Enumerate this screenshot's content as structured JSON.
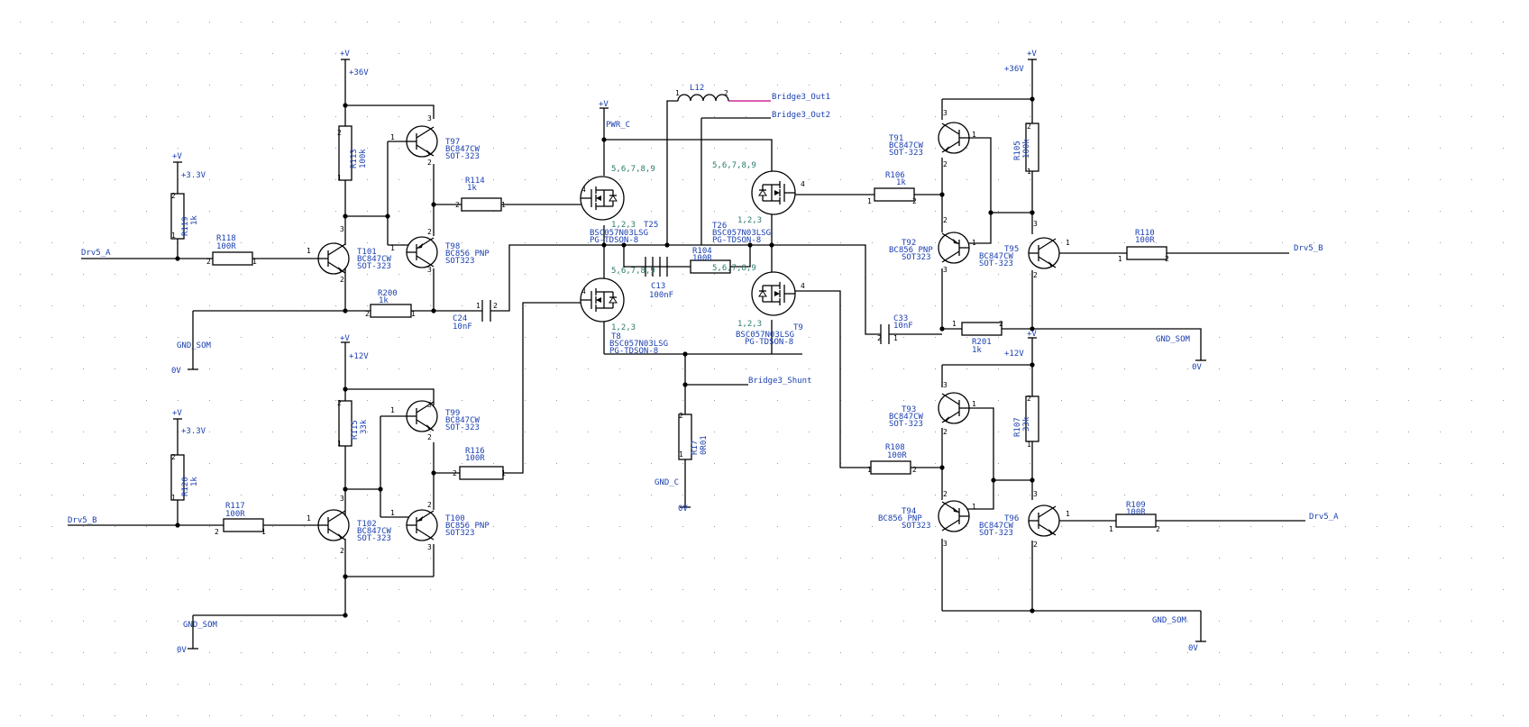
{
  "sheet": {
    "background": "#ffffff",
    "wire_color": "#000000",
    "label_color": "#1a3fb0",
    "pin_color": "#2a7a6a",
    "net_highlight": "#c0007a"
  },
  "power": {
    "p36L": "+V",
    "p36L_v": "+36V",
    "p33a": "+V",
    "p33a_v": "+3.3V",
    "p12L": "+V",
    "p12L_v": "+12V",
    "p33b": "+V",
    "p33b_v": "+3.3V",
    "pwrc": "+V",
    "pwrc_v": "PWR_C",
    "p36R": "+V",
    "p36R_v": "+36V",
    "p12R": "+V",
    "p12R_v": "+12V"
  },
  "nets": {
    "drv5a_left": "Drv5_A",
    "drv5b_left": "Drv5_B",
    "drv5b_right": "Drv5_B",
    "drv5a_right": "Drv5_A",
    "gnd_som_1": "GND_SOM",
    "gnd_som_2": "GND_SOM",
    "gnd_som_3": "GND_SOM",
    "gnd_som_4": "GND_SOM",
    "ov_1": "0V",
    "ov_2": "0V",
    "ov_3": "0V",
    "ov_4": "0V",
    "ov_5": "0V",
    "out1": "Bridge3_Out1",
    "out2": "Bridge3_Out2",
    "shunt": "Bridge3_Shunt",
    "gnd_c": "GND_C"
  },
  "parts": {
    "R119": {
      "ref": "R119",
      "val": "1k"
    },
    "R118": {
      "ref": "R118",
      "val": "100R"
    },
    "R113": {
      "ref": "R113",
      "val": "100k"
    },
    "R114": {
      "ref": "R114",
      "val": "1k"
    },
    "R200": {
      "ref": "R200",
      "val": "1k"
    },
    "C24": {
      "ref": "C24",
      "val": "10nF"
    },
    "T97": {
      "ref": "T97",
      "val": "BC847CW",
      "pkg": "SOT-323"
    },
    "T98": {
      "ref": "T98",
      "val": "BC856 PNP",
      "pkg": "SOT323"
    },
    "T101": {
      "ref": "T101",
      "val": "BC847CW",
      "pkg": "SOT-323"
    },
    "R120": {
      "ref": "R120",
      "val": "1k"
    },
    "R117": {
      "ref": "R117",
      "val": "100R"
    },
    "R115": {
      "ref": "R115",
      "val": "33k"
    },
    "R116": {
      "ref": "R116",
      "val": "100R"
    },
    "T99": {
      "ref": "T99",
      "val": "BC847CW",
      "pkg": "SOT-323"
    },
    "T100": {
      "ref": "T100",
      "val": "BC856 PNP",
      "pkg": "SOT323"
    },
    "T102": {
      "ref": "T102",
      "val": "BC847CW",
      "pkg": "SOT-323"
    },
    "T25": {
      "ref": "T25",
      "val": "BSC057N03LSG",
      "pkg": "PG-TDSON-8",
      "pins_top": "5,6,7,8,9",
      "pins_bot": "1,2,3"
    },
    "T8": {
      "ref": "T8",
      "val": "BSC057N03LSG",
      "pkg": "PG-TDSON-8",
      "pins_top": "5,6,7,8,9",
      "pins_bot": "1,2,3"
    },
    "T26": {
      "ref": "T26",
      "val": "BSC057N03LSG",
      "pkg": "PG-TDSON-8",
      "pins_top": "5,6,7,8,9",
      "pins_bot": "1,2,3"
    },
    "T9": {
      "ref": "T9",
      "val": "BSC057N03LSG",
      "pkg": "PG-TDSON-8",
      "pins_top": "5,6,7,8,9",
      "pins_bot": "1,2,3"
    },
    "L12": {
      "ref": "L12"
    },
    "C13": {
      "ref": "C13",
      "val": "100nF"
    },
    "R104": {
      "ref": "R104",
      "val": "100R"
    },
    "R17": {
      "ref": "R17",
      "val": "0R01"
    },
    "T91": {
      "ref": "T91",
      "val": "BC847CW",
      "pkg": "SOT-323"
    },
    "T92": {
      "ref": "T92",
      "val": "BC856 PNP",
      "pkg": "SOT323"
    },
    "T95": {
      "ref": "T95",
      "val": "BC847CW",
      "pkg": "SOT-323"
    },
    "R106": {
      "ref": "R106",
      "val": "1k"
    },
    "R105": {
      "ref": "R105",
      "val": "100k"
    },
    "R110": {
      "ref": "R110",
      "val": "100R"
    },
    "C33": {
      "ref": "C33",
      "val": "10nF"
    },
    "R201": {
      "ref": "R201",
      "val": "1k"
    },
    "T93": {
      "ref": "T93",
      "val": "BC847CW",
      "pkg": "SOT-323"
    },
    "T94": {
      "ref": "T94",
      "val": "BC856 PNP",
      "pkg": "SOT323"
    },
    "T96": {
      "ref": "T96",
      "val": "BC847CW",
      "pkg": "SOT-323"
    },
    "R108": {
      "ref": "R108",
      "val": "100R"
    },
    "R107": {
      "ref": "R107",
      "val": "33k"
    },
    "R109": {
      "ref": "R109",
      "val": "100R"
    }
  }
}
